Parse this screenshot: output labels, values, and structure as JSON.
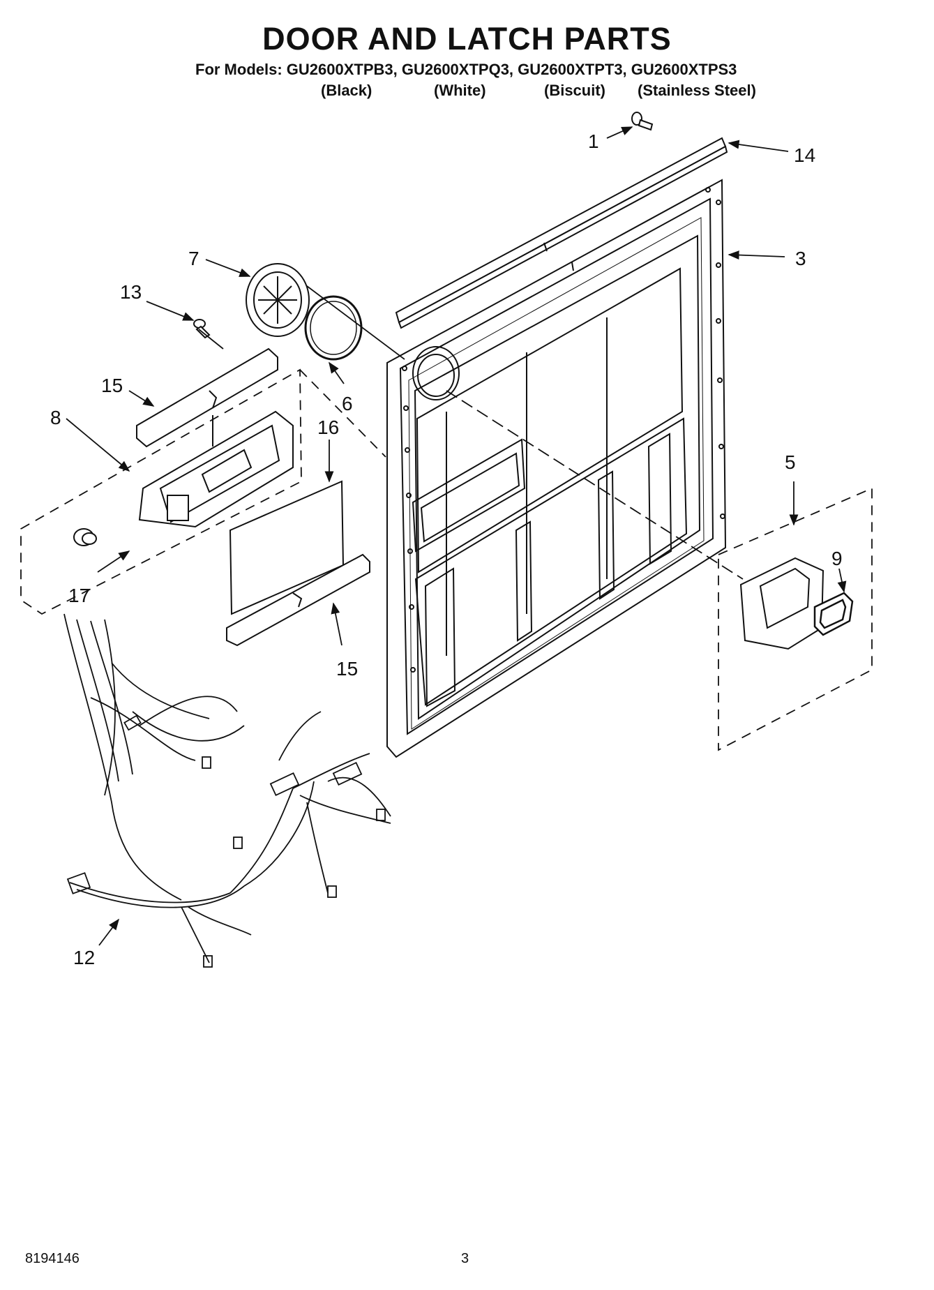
{
  "title": "DOOR AND LATCH PARTS",
  "models_line": "For Models: GU2600XTPB3, GU2600XTPQ3, GU2600XTPT3, GU2600XTPS3",
  "variants": [
    "(Black)",
    "(White)",
    "(Biscuit)",
    "(Stainless Steel)"
  ],
  "callouts": {
    "c1": "1",
    "c14": "14",
    "c3": "3",
    "c7": "7",
    "c13": "13",
    "c6": "6",
    "c15a": "15",
    "c8": "8",
    "c16": "16",
    "c5": "5",
    "c9": "9",
    "c17": "17",
    "c15b": "15",
    "c12": "12"
  },
  "footer": {
    "part_number": "8194146",
    "page": "3"
  }
}
